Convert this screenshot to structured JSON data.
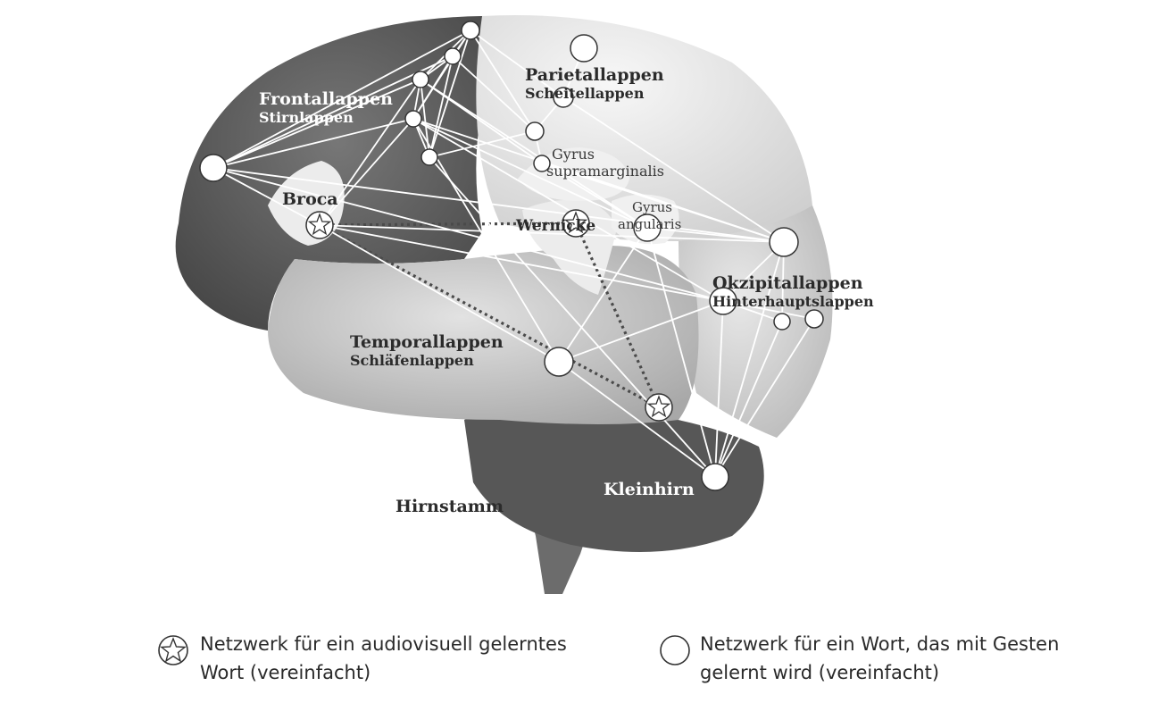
{
  "labels": {
    "frontal": "Frontallappen",
    "frontal_de": "Stirnlappen",
    "parietal": "Parietallappen",
    "parietal_de": "Scheitellappen",
    "temporal": "Temporallappen",
    "temporal_de": "Schläfenlappen",
    "occipital": "Okzipitallappen",
    "occipital_de": "Hinterhauptslappen",
    "broca": "Broca",
    "wernicke": "Wernicke",
    "supramarginal_1": "Gyrus",
    "supramarginal_2": "supramarginalis",
    "angularis_1": "Gyrus",
    "angularis_2": "angularis",
    "cerebellum": "Kleinhirn",
    "brainstem": "Hirnstamm"
  },
  "legend": {
    "star_line1": "Netzwerk für ein audiovisuell gelerntes",
    "star_line2": "Wort (vereinfacht)",
    "circle_line1": "Netzwerk für ein Wort, das mit Gesten",
    "circle_line2": "gelernt wird (vereinfacht)"
  },
  "colors": {
    "frontal": "#5d5d5d",
    "parietal": "#e4e4e4",
    "temporal": "#b9b9b9",
    "occipital": "#cfcfcf",
    "cerebellum": "#555555",
    "brainstem": "#6c6c6c",
    "network_line": "#ffffff",
    "star_path": "#4a4a4a"
  },
  "icons": {
    "star": "star-in-circle-icon",
    "circle": "circle-icon"
  }
}
